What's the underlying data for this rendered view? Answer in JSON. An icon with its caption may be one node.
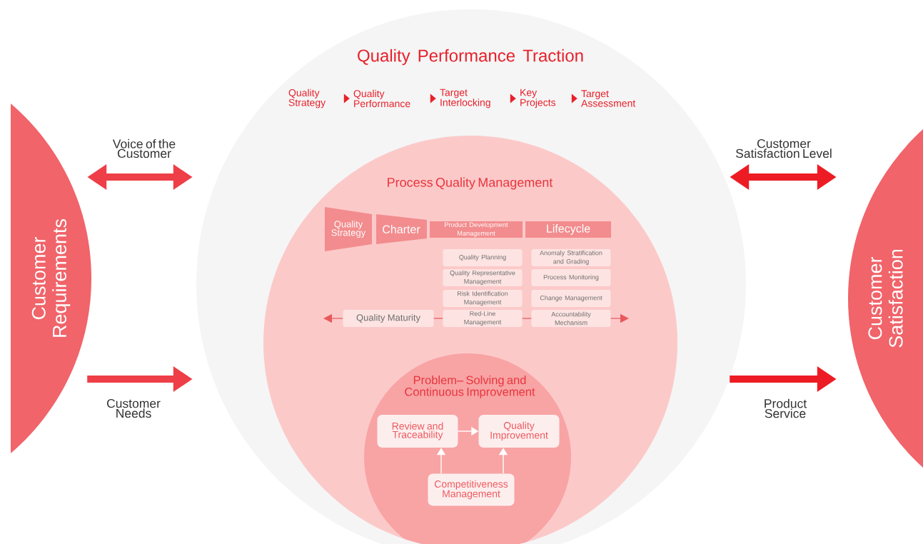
{
  "diagram": {
    "nodes": [
      {
        "text": [
          "Customer Requirements"
        ]
      },
      {
        "text": [
          "Quality Performance Traction"
        ]
      },
      {
        "text": [
          "Quality Strategy"
        ],
        "in": 1
      },
      {
        "text": [
          "Quality Performance"
        ],
        "in": 1
      },
      {
        "text": [
          "Target Interlocking"
        ],
        "in": 1
      },
      {
        "text": [
          "Key Projects"
        ],
        "in": 1
      },
      {
        "text": [
          "Target Assessment"
        ],
        "in": 1
      },
      {
        "text": [
          "Process Quality Management"
        ],
        "in": 1
      },
      {
        "text": [
          "Quality Strategy"
        ],
        "in": 7
      },
      {
        "text": [
          "Charter"
        ],
        "in": 7
      },
      {
        "text": [
          "Product Development Management"
        ],
        "in": 7
      },
      {
        "text": [
          "Lifecycle"
        ],
        "in": 7
      },
      {
        "text": [
          "Quality Planning"
        ],
        "in": 7
      },
      {
        "text": [
          "Quality Representative Management"
        ],
        "in": 7
      },
      {
        "text": [
          "Risk Identification Management"
        ],
        "in": 7
      },
      {
        "text": [
          "Red-Line Management"
        ],
        "in": 7
      },
      {
        "text": [
          "Anomaly Stratification and Grading"
        ],
        "in": 7
      },
      {
        "text": [
          "Process Monitoring"
        ],
        "in": 7
      },
      {
        "text": [
          "Change Management"
        ],
        "in": 7
      },
      {
        "text": [
          "Accountability Mechanism"
        ],
        "in": 7
      },
      {
        "text": [
          "Quality Maturity"
        ],
        "in": 7
      },
      {
        "text": [
          "Problem– Solving and Continuous Improvement"
        ],
        "in": 7
      },
      {
        "text": [
          "Review and Traceability"
        ],
        "in": 21
      },
      {
        "text": [
          "Quality Improvement"
        ],
        "in": 21
      },
      {
        "text": [
          "Competitiveness Management"
        ],
        "in": 21
      },
      {
        "text": [
          "Customer Satisfaction"
        ]
      }
    ],
    "edges": [
      {
        "from": 0,
        "to": 1,
        "arrow": "both",
        "label": "Voice of the Customer",
        "style": "thick",
        "color": "#ee3e47"
      },
      {
        "from": 0,
        "to": 1,
        "arrow": "to",
        "label": "Customer Needs",
        "style": "thick",
        "color": "#ee3e47"
      },
      {
        "from": 1,
        "to": 25,
        "arrow": "both",
        "label": "Customer Satisfaction Level",
        "style": "thick",
        "color": "#ed1c24"
      },
      {
        "from": 1,
        "to": 25,
        "arrow": "to",
        "label": "Product Service",
        "style": "thick",
        "color": "#ed1c24"
      },
      {
        "from": 2,
        "to": 3,
        "arrow": "to",
        "color": "#e8202a"
      },
      {
        "from": 3,
        "to": 4,
        "arrow": "to",
        "color": "#e8202a"
      },
      {
        "from": 4,
        "to": 5,
        "arrow": "to",
        "color": "#e8202a"
      },
      {
        "from": 5,
        "to": 6,
        "arrow": "to",
        "color": "#e8202a"
      },
      {
        "from": 20,
        "to": null,
        "arrow": "to",
        "color": "#e8585d"
      },
      {
        "from": 20,
        "to": 15,
        "arrow": "none",
        "color": "#e8585d"
      },
      {
        "from": 15,
        "to": 19,
        "arrow": "none",
        "color": "#e8585d"
      },
      {
        "from": 19,
        "to": null,
        "arrow": "to",
        "color": "#e8585d"
      },
      {
        "from": 22,
        "to": 23,
        "arrow": "to",
        "color": "#ffffff"
      },
      {
        "from": 24,
        "to": 22,
        "arrow": "to",
        "color": "#ffffff"
      },
      {
        "from": 24,
        "to": 23,
        "arrow": "to",
        "color": "#ffffff"
      }
    ]
  }
}
